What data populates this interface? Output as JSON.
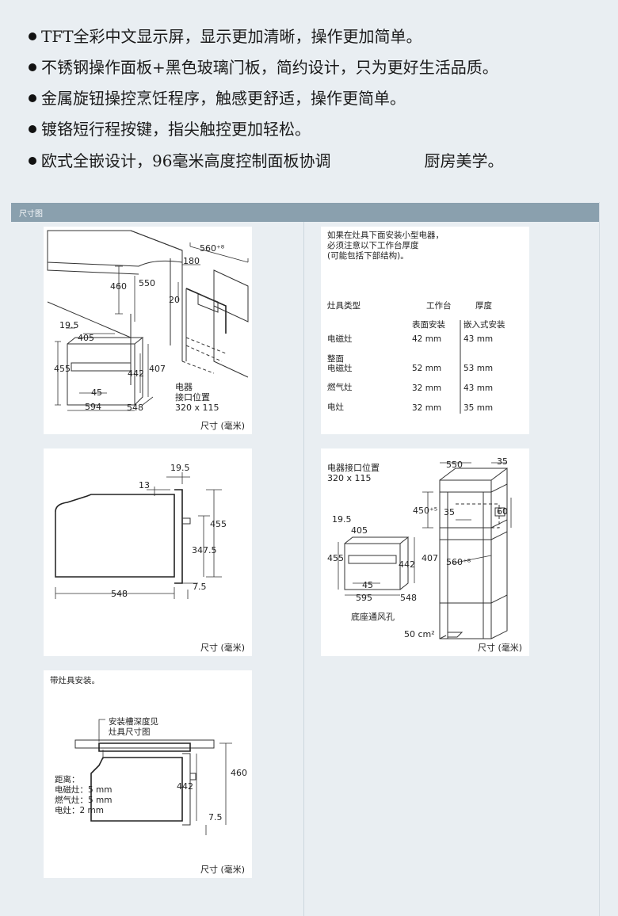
{
  "features": [
    {
      "text": "TFT全彩中文显示屏，显示更加清晰，操作更加简单。"
    },
    {
      "text": "不锈钢操作面板+黑色玻璃门板，简约设计，只为更好生活品质。"
    },
    {
      "text": "金属旋钮操控烹饪程序，触感更舒适，操作更简单。"
    },
    {
      "text": "镀铬短行程按键，指尖触控更加轻松。"
    },
    {
      "text_a": "欧式全嵌设计，96毫米高度控制面板协调",
      "text_b": "厨房美学。"
    }
  ],
  "section_title": "尺寸图",
  "unit_label": "尺寸 (毫米)",
  "panel1": {
    "dims": [
      "560⁺⁸",
      "180",
      "460",
      "550",
      "20",
      "19.5",
      "405",
      "455",
      "442",
      "407",
      "45",
      "594",
      "548"
    ],
    "connector": [
      "电器",
      "接口位置",
      "320 x 115"
    ]
  },
  "panel2": {
    "intro": [
      "如果在灶具下面安装小型电器，",
      "必须注意以下工作台厚度",
      "(可能包括下部结构)。"
    ],
    "headers": {
      "type": "灶具类型",
      "worktop": "工作台",
      "thickness": "厚度",
      "surface": "表面安装",
      "flush": "嵌入式安装"
    },
    "rows": [
      {
        "name": "电磁灶",
        "name2": "",
        "surface": "42 mm",
        "flush": "43 mm"
      },
      {
        "name": "整面",
        "name2": "电磁灶",
        "surface": "52 mm",
        "flush": "53 mm"
      },
      {
        "name": "燃气灶",
        "name2": "",
        "surface": "32 mm",
        "flush": "43 mm"
      },
      {
        "name": "电灶",
        "name2": "",
        "surface": "32 mm",
        "flush": "35 mm"
      }
    ]
  },
  "panel3": {
    "dims": [
      "19.5",
      "13",
      "455",
      "347.5",
      "548",
      "7.5"
    ]
  },
  "panel4": {
    "connector": [
      "电器接口位置",
      "320 x 115"
    ],
    "dims": [
      "550",
      "35",
      "450⁺⁵",
      "35",
      "60",
      "19.5",
      "405",
      "455",
      "442",
      "407",
      "560⁺⁸",
      "45",
      "595",
      "548"
    ],
    "vent_label": "底座通风孔",
    "vent_area": "50 cm²"
  },
  "panel5": {
    "title": "带灶具安装。",
    "note": [
      "安装槽深度见",
      "灶具尺寸图"
    ],
    "distance": [
      "距离：",
      "电磁灶：5 mm",
      "燃气灶：5 mm",
      "电灶：2 mm"
    ],
    "dims": [
      "442",
      "460",
      "7.5"
    ]
  }
}
